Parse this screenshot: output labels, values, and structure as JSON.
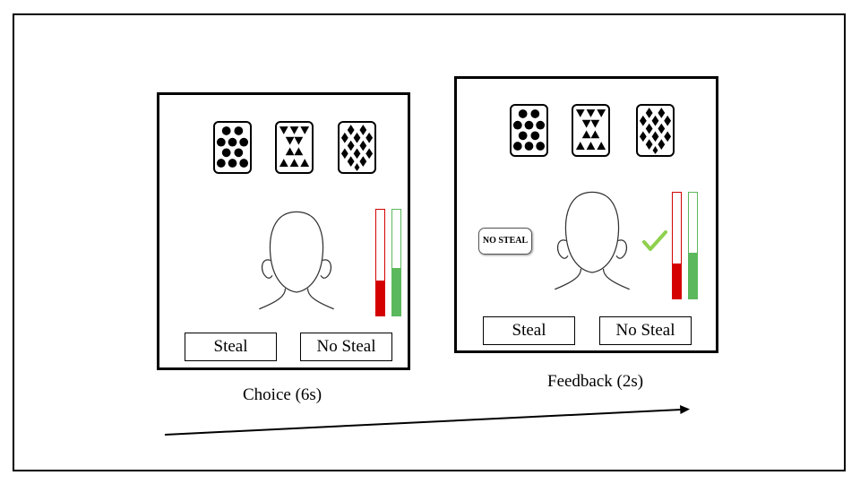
{
  "colors": {
    "outcome_bar": "#d40000",
    "money_bar": "#5cb85c",
    "check": "#8fd14f"
  },
  "icons": [
    "clubs-card-icon",
    "triangles-card-icon",
    "diamonds-card-icon",
    "face-outline-icon",
    "checkmark-icon",
    "arrow-icon"
  ],
  "choice": {
    "label": "Choice (6s)",
    "buttons": {
      "steal": "Steal",
      "no_steal": "No Steal"
    },
    "bars": {
      "red_level": 0.33,
      "green_level": 0.45
    }
  },
  "feedback": {
    "label": "Feedback (2s)",
    "tag": "NO STEAL",
    "buttons": {
      "steal": "Steal",
      "no_steal": "No Steal"
    },
    "bars": {
      "red_level": 0.33,
      "green_level": 0.43
    }
  }
}
